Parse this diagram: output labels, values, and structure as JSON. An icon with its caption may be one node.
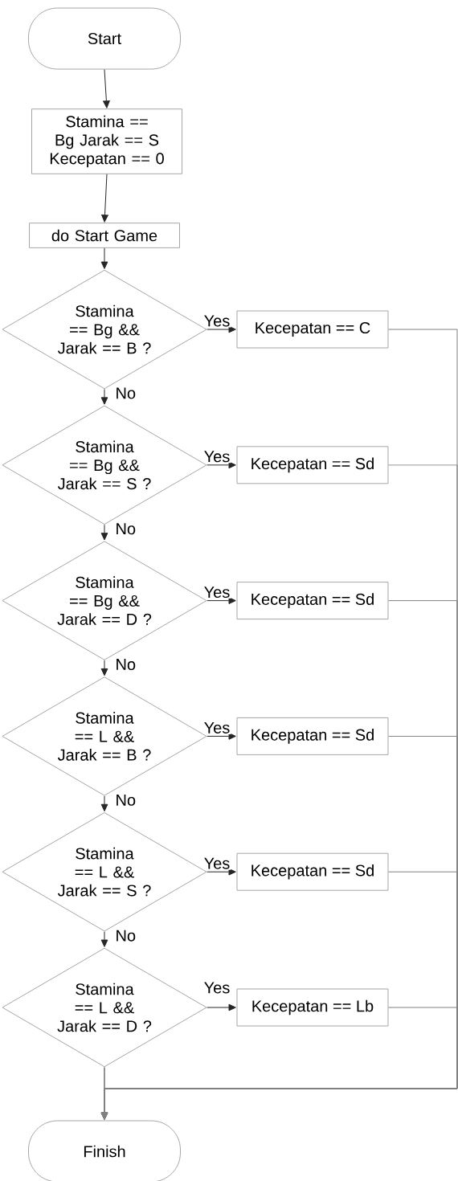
{
  "diagram": {
    "nodes": [
      {
        "text": [
          "Start"
        ]
      },
      {
        "text": [
          "Stamina == Bg Jarak == S Kecepatan == 0"
        ]
      },
      {
        "text": [
          "do Start Game"
        ]
      },
      {
        "text": [
          "Stamina == Bg && Jarak == B ?"
        ]
      },
      {
        "text": [
          "Kecepatan == C"
        ]
      },
      {
        "text": [
          "Stamina == Bg && Jarak == S ?"
        ]
      },
      {
        "text": [
          "Kecepatan == Sd"
        ]
      },
      {
        "text": [
          "Stamina == Bg && Jarak == D ?"
        ]
      },
      {
        "text": [
          "Kecepatan == Sd"
        ]
      },
      {
        "text": [
          "Stamina == L && Jarak == B ?"
        ]
      },
      {
        "text": [
          "Kecepatan == Sd"
        ]
      },
      {
        "text": [
          "Stamina == L && Jarak == S ?"
        ]
      },
      {
        "text": [
          "Kecepatan == Sd"
        ]
      },
      {
        "text": [
          "Stamina == L && Jarak == D ?"
        ]
      },
      {
        "text": [
          "Kecepatan == Lb"
        ]
      },
      {
        "text": [
          "Finish"
        ]
      }
    ],
    "edges": [
      {
        "from": 0,
        "to": 1,
        "arrow": "to"
      },
      {
        "from": 1,
        "to": 2,
        "arrow": "to"
      },
      {
        "from": 2,
        "to": 3,
        "arrow": "to"
      },
      {
        "from": 3,
        "to": 4,
        "arrow": "to",
        "label": "Yes"
      },
      {
        "from": 3,
        "to": 5,
        "arrow": "to",
        "label": "No"
      },
      {
        "from": 5,
        "to": 6,
        "arrow": "to",
        "label": "Yes"
      },
      {
        "from": 5,
        "to": 7,
        "arrow": "to",
        "label": "No"
      },
      {
        "from": 7,
        "to": 8,
        "arrow": "to",
        "label": "Yes"
      },
      {
        "from": 7,
        "to": 9,
        "arrow": "to",
        "label": "No"
      },
      {
        "from": 9,
        "to": 10,
        "arrow": "to",
        "label": "Yes"
      },
      {
        "from": 9,
        "to": 11,
        "arrow": "to",
        "label": "No"
      },
      {
        "from": 11,
        "to": 12,
        "arrow": "to",
        "label": "Yes"
      },
      {
        "from": 11,
        "to": 13,
        "arrow": "to",
        "label": "No"
      },
      {
        "from": 13,
        "to": 14,
        "arrow": "to",
        "label": "Yes"
      },
      {
        "from": 13,
        "to": 15,
        "arrow": "to"
      },
      {
        "from": 4,
        "to": 15,
        "arrow": "to",
        "color": "#808080"
      },
      {
        "from": 6,
        "to": 15,
        "arrow": "to",
        "color": "#808080"
      },
      {
        "from": 8,
        "to": 15,
        "arrow": "to",
        "color": "#808080"
      },
      {
        "from": 10,
        "to": 15,
        "arrow": "to",
        "color": "#808080"
      },
      {
        "from": 12,
        "to": 15,
        "arrow": "to",
        "color": "#808080"
      },
      {
        "from": 14,
        "to": 15,
        "arrow": "to",
        "color": "#808080"
      }
    ]
  }
}
